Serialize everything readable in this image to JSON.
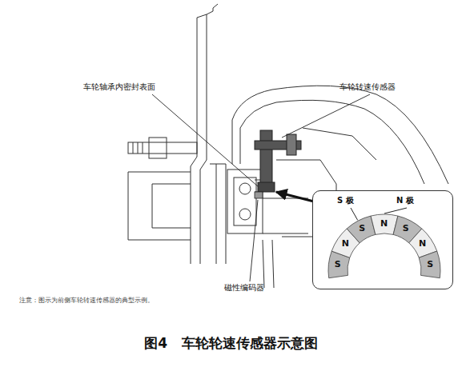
{
  "diagram": {
    "caption": "图4   车轮轮速传感器示意图",
    "nodes": [
      {
        "text": [
          "S 极",
          "N 极",
          "S",
          "N",
          "S",
          "N",
          "S",
          "N",
          "S"
        ]
      }
    ],
    "labels": [
      "车轮轴承内密封表面",
      "车轮转速传感器",
      "磁性编码器",
      "注意：图示为前侧车轮转速传感器的典型示例。"
    ]
  }
}
